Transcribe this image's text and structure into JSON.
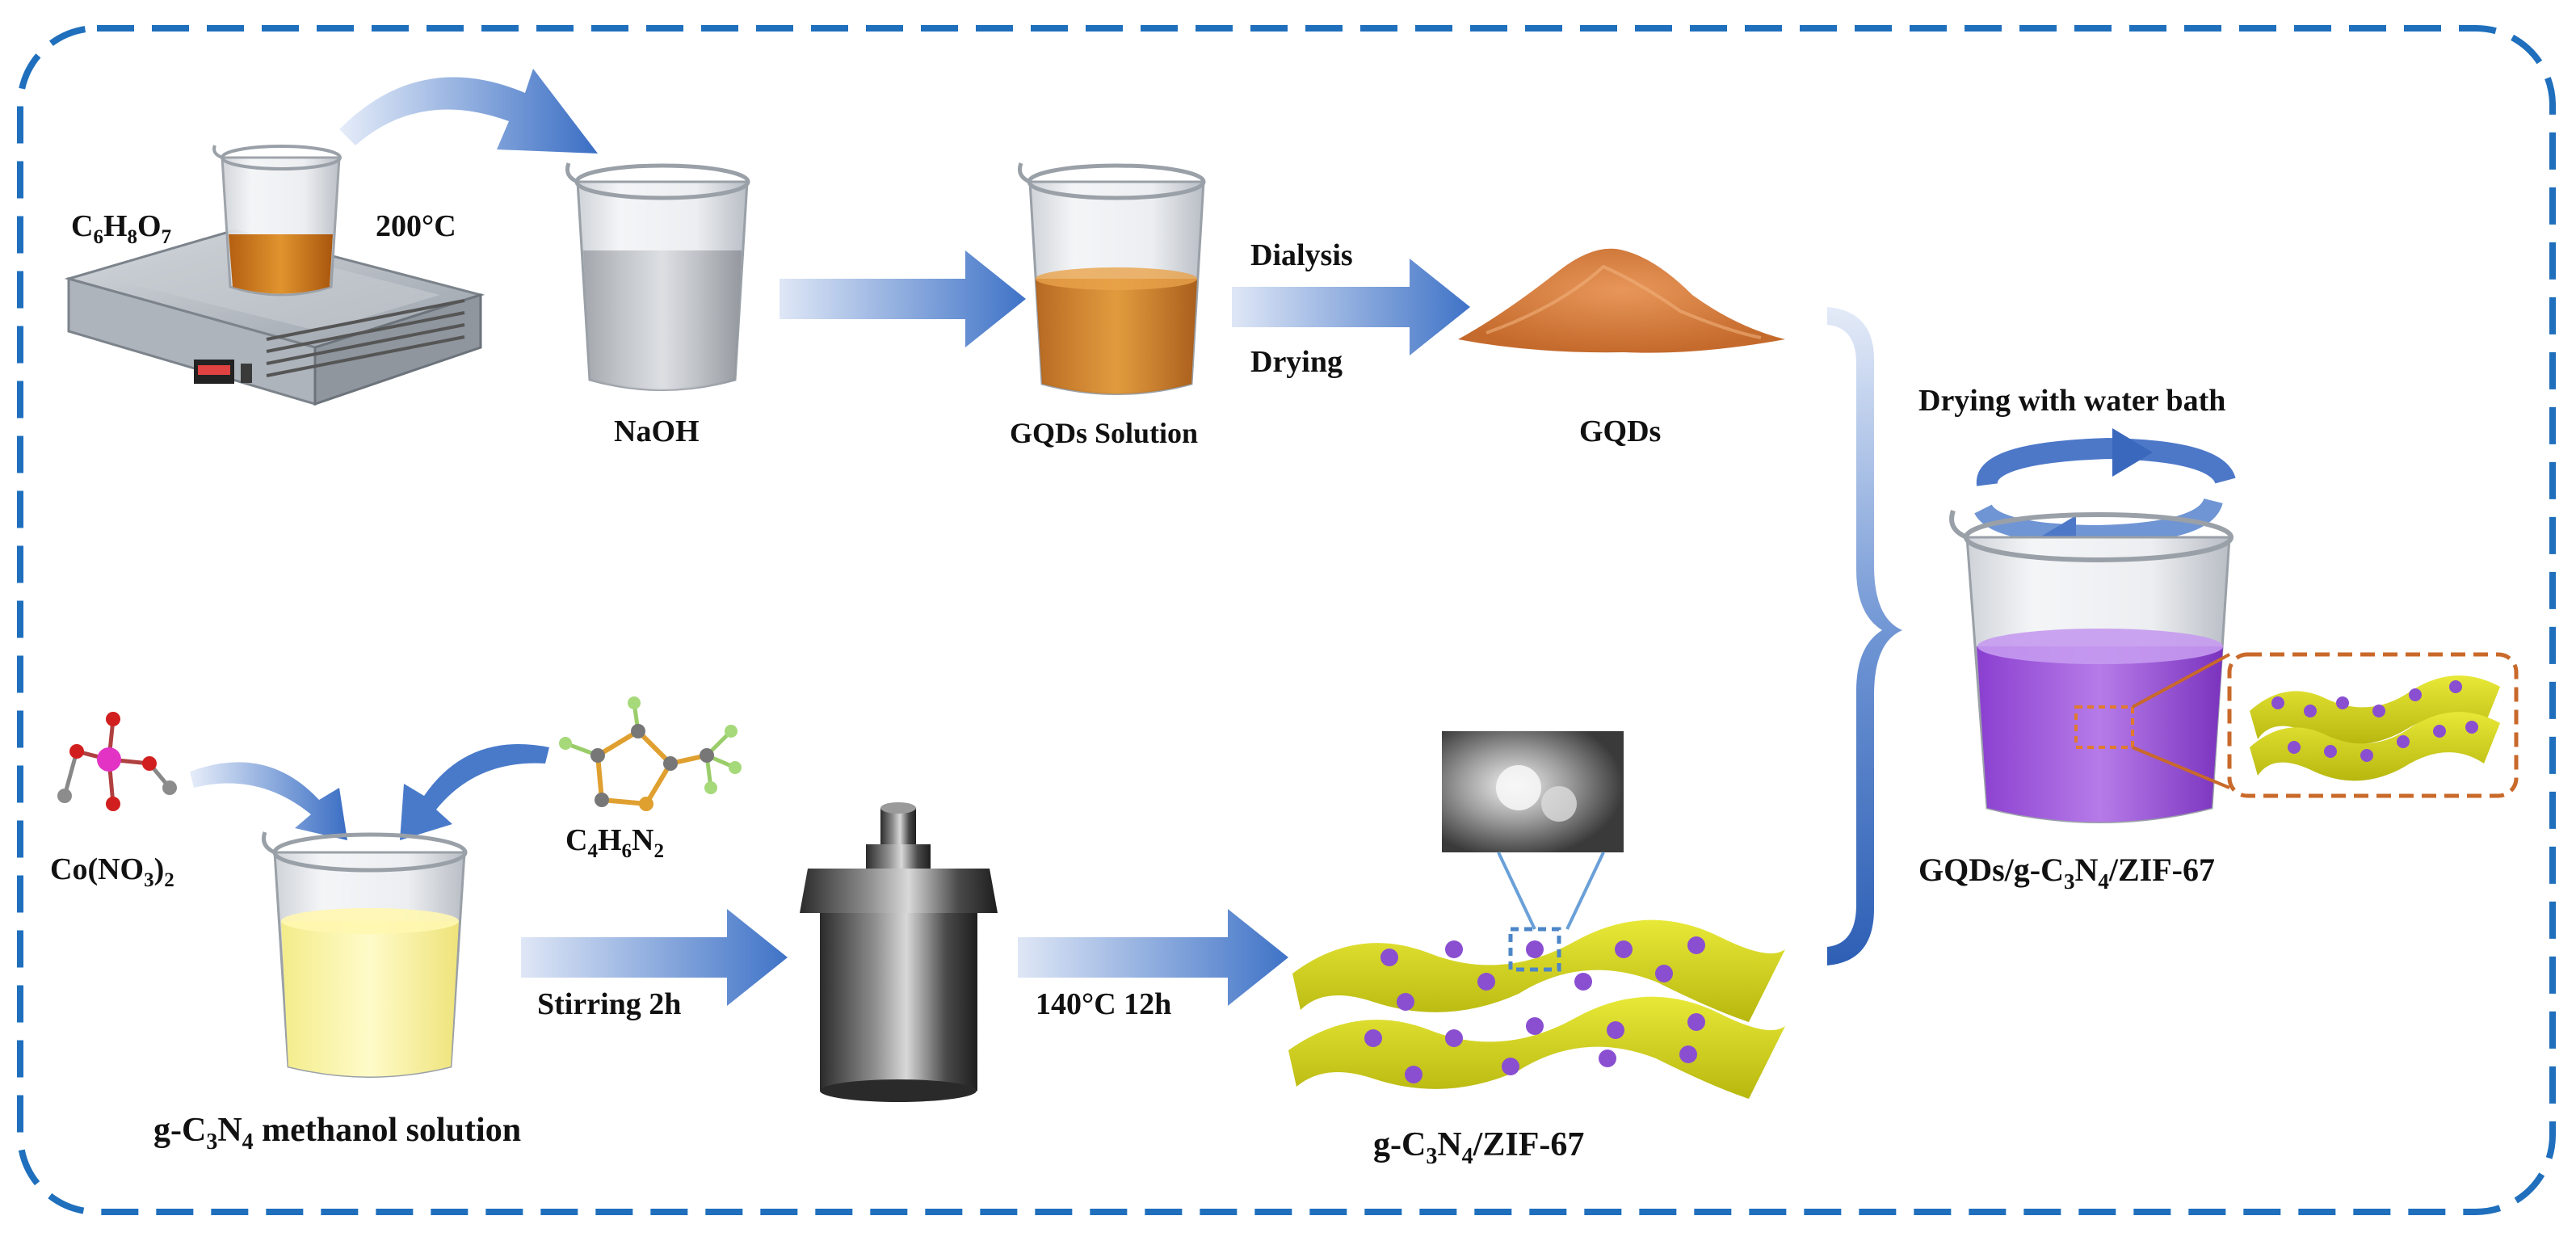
{
  "labels": {
    "citric_acid": "C6H8O7",
    "temperature": "200°C",
    "naoh": "NaOH",
    "gqds_solution": "GQDs Solution",
    "dialysis": "Dialysis",
    "drying": "Drying",
    "gqds": "GQDs",
    "water_bath": "Drying with water bath",
    "final_product": "GQDs/g-C3N4/ZIF-67",
    "cobalt_nitrate": "Co(NO3)2",
    "imidazole": "C4H6N2",
    "stirring": "Stirring 2h",
    "hydrothermal": "140°C 12h",
    "gcn_solution": "g-C3N4 methanol solution",
    "gcn_zif": "g-C3N4/ZIF-67"
  },
  "colors": {
    "frame": "#1f6fbd",
    "arrow": "#3f73c7",
    "beaker_orange": "#c9721b",
    "solution_yellow": "#f4ee8e",
    "sheet_green": "#d7d71f",
    "zif_purple": "#8a4fd1",
    "inset_border": "#c9692a"
  }
}
